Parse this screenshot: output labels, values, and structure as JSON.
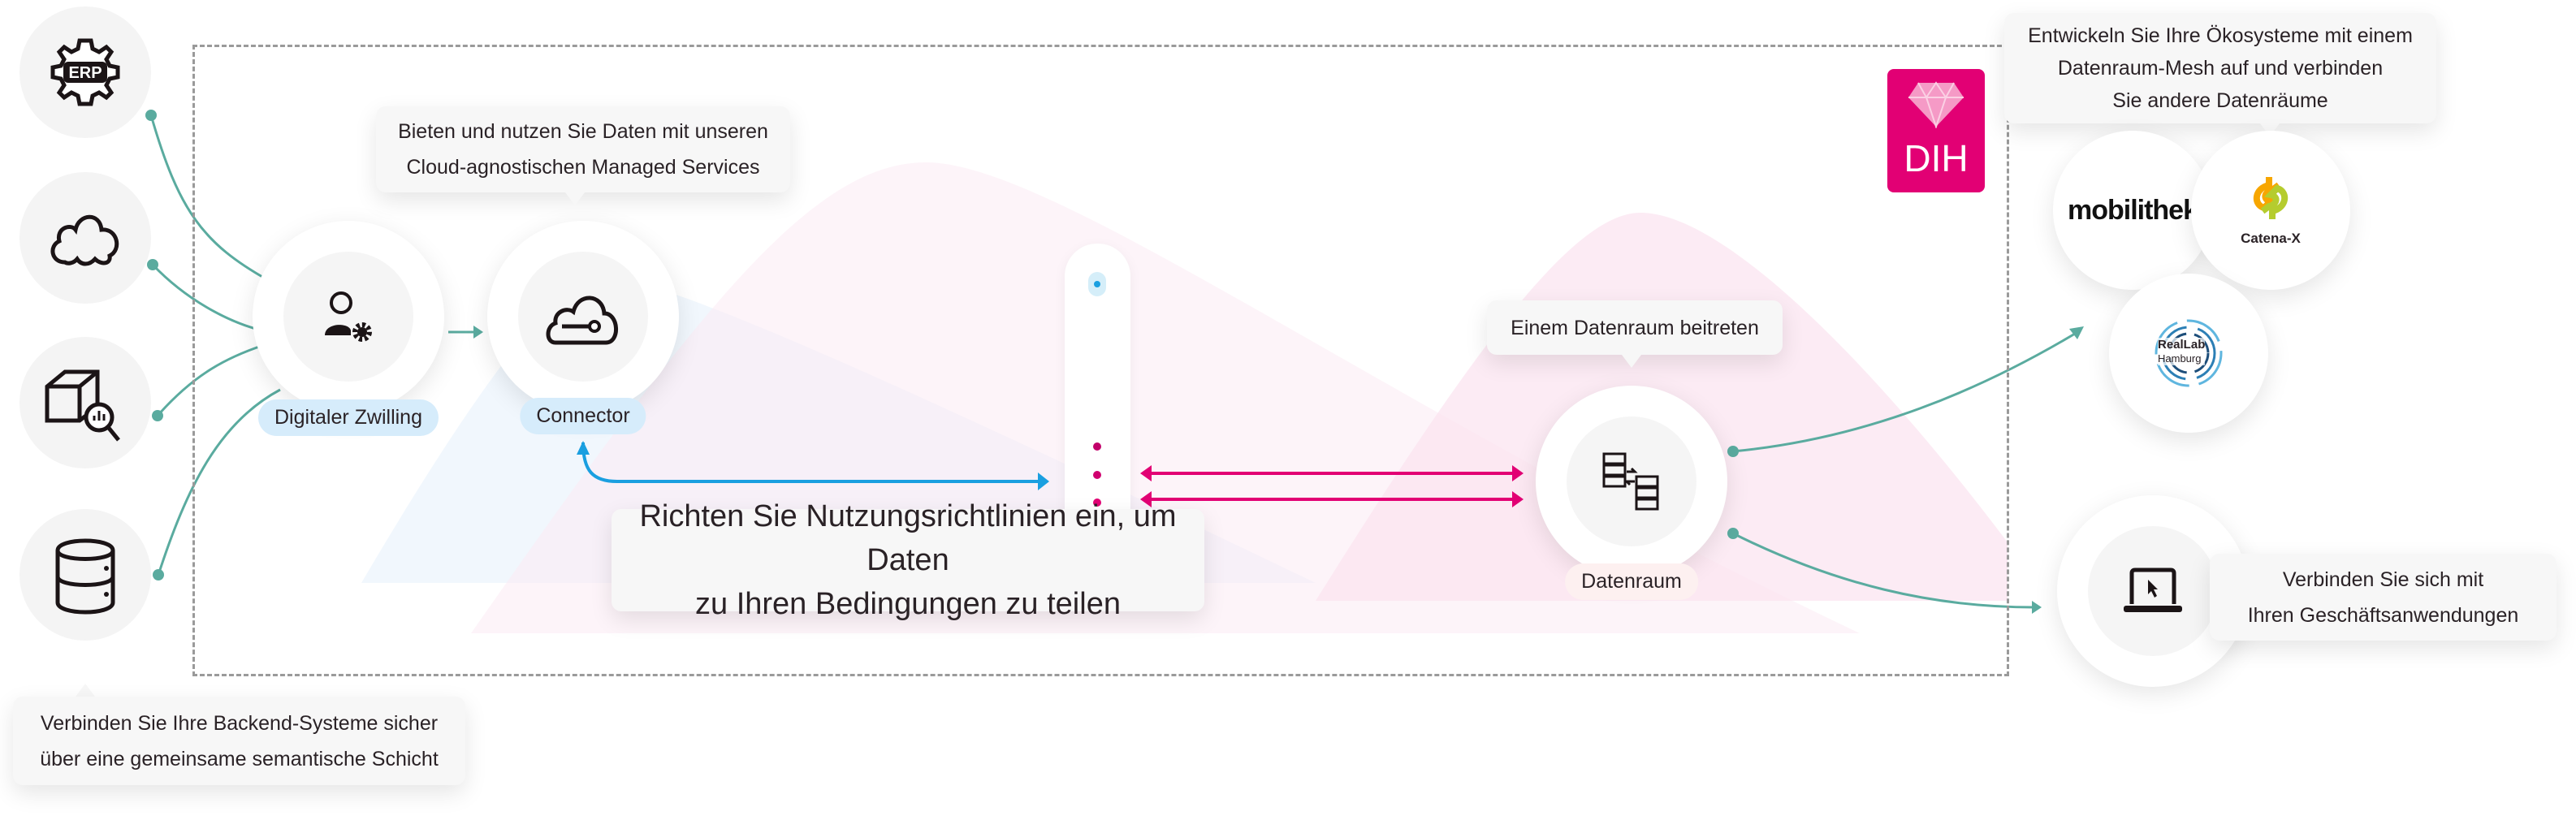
{
  "colors": {
    "accent_magenta": "#e20074",
    "connector_teal": "#5aab9f",
    "flow_blue": "#1a9fe0",
    "pill_blue": "#d6ecfb",
    "pill_pink": "#fdf0f0"
  },
  "sources": [
    {
      "icon": "erp-gear-icon",
      "label": "ERP"
    },
    {
      "icon": "cloud-icon"
    },
    {
      "icon": "box-analytics-icon"
    },
    {
      "icon": "database-icon"
    }
  ],
  "tooltips": {
    "managed_services": [
      "Bieten und nutzen Sie Daten mit unseren",
      "Cloud-agnostischen Managed Services"
    ],
    "backend": [
      "Verbinden Sie Ihre Backend-Systeme sicher",
      "über eine gemeinsame semantische Schicht"
    ],
    "policies": [
      "Richten Sie Nutzungsrichtlinien ein, um Daten",
      "zu Ihren Bedingungen zu teilen"
    ],
    "join": "Einem Datenraum beitreten",
    "mesh": [
      "Entwickeln Sie Ihre Ökosysteme mit einem",
      "Datenraum-Mesh auf und verbinden",
      "Sie andere Datenräume"
    ],
    "business": [
      "Verbinden Sie sich mit",
      "Ihren Geschäftsanwendungen"
    ]
  },
  "nodes": {
    "twin": {
      "label": "Digitaler Zwilling",
      "icon": "user-gear-icon"
    },
    "connector": {
      "label": "Connector",
      "icon": "cloud-key-icon"
    },
    "dataspace": {
      "label": "Datenraum",
      "icon": "server-exchange-icon"
    },
    "business_app": {
      "icon": "laptop-cursor-icon"
    }
  },
  "badge": {
    "label": "DIH",
    "icon": "diamond-icon"
  },
  "logos": {
    "mobilithek": "mobilithek",
    "catena": "Catena-X",
    "reallab": [
      "RealLab",
      "Hamburg"
    ]
  }
}
